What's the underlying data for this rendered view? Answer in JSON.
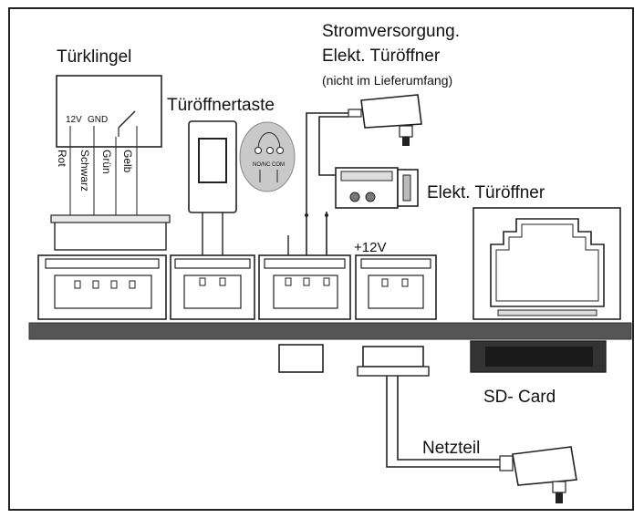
{
  "labels": {
    "doorbell": "Türklingel",
    "v12_small": "12V",
    "gnd_small": "GND",
    "button": "Türöffnertaste",
    "power_l1": "Stromversorgung.",
    "power_l2": "Elekt. Türöffner",
    "power_l3": "(nicht im Lieferumfang)",
    "opener": "Elekt. Türöffner",
    "plus12v": "+12V",
    "sdcard": "SD- Card",
    "netzteil": "Netzteil",
    "nonc": "NO/NC",
    "com": "COM"
  },
  "wires": [
    "Rot",
    "Schwarz",
    "Grün",
    "Gelb"
  ],
  "colors": {
    "stroke": "#222222",
    "panel": "#555555",
    "bubble": "#c9c9c9",
    "sd_slot": "#333333"
  }
}
